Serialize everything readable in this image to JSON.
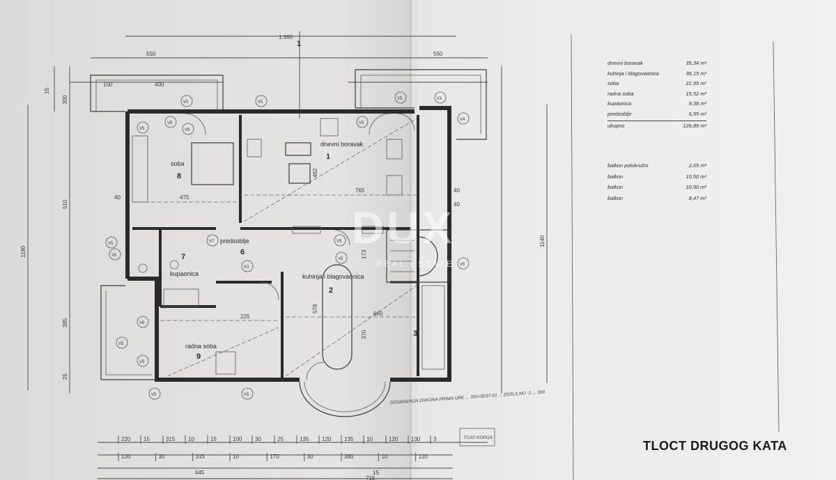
{
  "rooms": [
    {
      "number": "1",
      "name": "dnevni boravak"
    },
    {
      "number": "2",
      "name": "kuhinja i blagovaonica"
    },
    {
      "number": "3",
      "name": ""
    },
    {
      "number": "6",
      "name": "predsoblje"
    },
    {
      "number": "7",
      "name": "kupaonica"
    },
    {
      "number": "8",
      "name": "soba"
    },
    {
      "number": "9",
      "name": "radna soba"
    }
  ],
  "areas": [
    {
      "name": "dnevni boravak",
      "value": "35,34 m²"
    },
    {
      "name": "kuhinja i blagovaonica",
      "value": "38,15 m²"
    },
    {
      "name": "soba",
      "value": "21,95 m²"
    },
    {
      "name": "radna soba",
      "value": "15,52 m²"
    },
    {
      "name": "kupaonica",
      "value": "9,38 m²"
    },
    {
      "name": "predsoblje",
      "value": "6,55 m²"
    }
  ],
  "area_total": {
    "name": "ukupno",
    "value": "126,89 m²"
  },
  "balconies": [
    {
      "name": "balkon polukružni",
      "value": "2,65 m²"
    },
    {
      "name": "balkon",
      "value": "10,50 m²"
    },
    {
      "name": "balkon",
      "value": "10,50 m²"
    },
    {
      "name": "balkon",
      "value": "8,47 m²"
    }
  ],
  "title": "TLOCT DRUGOG KATA",
  "watermark": {
    "main": "DUX",
    "sub": "REAL ESTATE"
  },
  "section_mark": "1",
  "dimensions": {
    "top_total": "1.360",
    "top_left": "550",
    "top_right": "550",
    "balcony_a": "150",
    "balcony_b": "400",
    "left_side": [
      "15",
      "300",
      "510",
      "1190",
      "385",
      "25",
      "40"
    ],
    "right_side": "1140",
    "inner": [
      "475",
      "765",
      "462",
      "225",
      "578",
      "660",
      "370",
      "173",
      "40",
      "40"
    ],
    "bottom_row1": [
      "220",
      "15",
      "315",
      "10",
      "15",
      "100",
      "30",
      "25",
      "135",
      "120",
      "135",
      "10",
      "120",
      "130",
      "3"
    ],
    "bottom_row2": [
      "120",
      "30",
      "315",
      "10",
      "170",
      "30",
      "380",
      "10",
      "120"
    ],
    "bottom_row3": [
      "645",
      "15"
    ],
    "bottom_total": "715"
  },
  "annotation": "DOGRADNJA ZAKONA PRIMA URE ... 350-05/37-01 ... ZG/ILS NO -2 ... 350",
  "stamp": "TOJO KOPIJA",
  "point_markers": [
    "V5",
    "V8",
    "V9",
    "V5",
    "V5",
    "V5",
    "V5",
    "V1",
    "V4",
    "V5",
    "V5",
    "V7",
    "V3",
    "V5",
    "V5",
    "V5",
    "V8",
    "V5",
    "V5",
    "V5",
    "V5"
  ]
}
